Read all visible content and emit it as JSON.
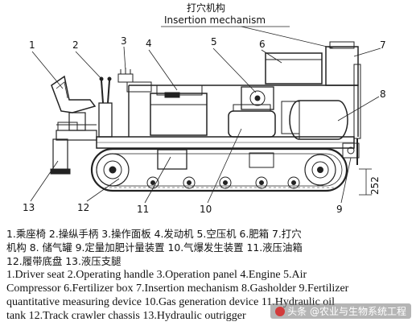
{
  "header": {
    "title_zh": "打穴机构",
    "title_en": "Insertion mechanism"
  },
  "callouts": [
    "1",
    "2",
    "3",
    "4",
    "5",
    "6",
    "7",
    "8",
    "9",
    "10",
    "11",
    "12",
    "13"
  ],
  "dimension": "252",
  "legend": {
    "zh_lines": [
      "1.乘座椅  2.操纵手柄  3.操作面板  4.发动机  5.空压机  6.肥箱  7.打穴",
      "机构  8. 储气罐  9.定量加肥计量装置  10.气爆发生装置  11.液压油箱",
      "12.履带底盘  13.液压支腿"
    ],
    "en_lines": [
      "1.Driver seat  2.Operating handle  3.Operation panel  4.Engine  5.Air",
      "Compressor  6.Fertilizer box  7.Insertion mechanism  8.Gasholder  9.Fertilizer",
      "quantitative measuring device  10.Gas generation device  11.Hydraulic oil",
      "tank 12.Track crawler chassis  13.Hydraulic outrigger"
    ]
  },
  "watermark": "头条 @农业与生物系统工程",
  "colors": {
    "line": "#222222",
    "fill": "#ffffff"
  }
}
